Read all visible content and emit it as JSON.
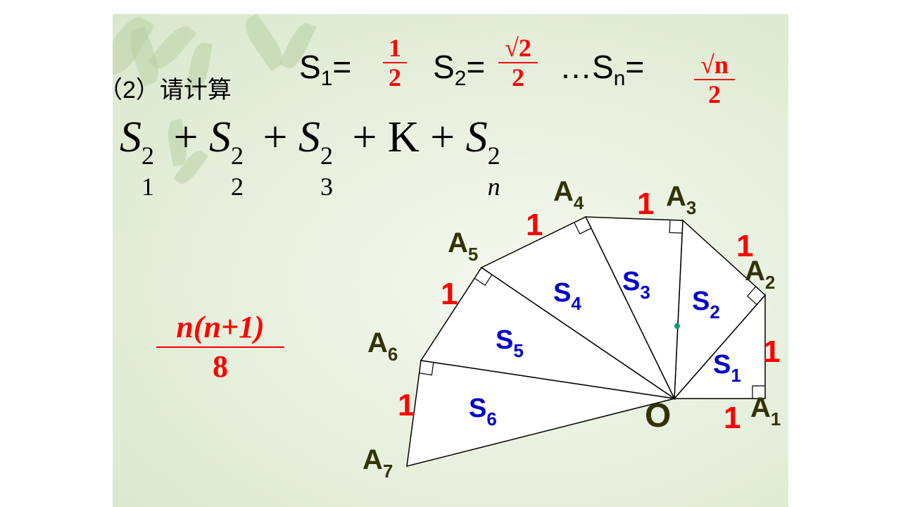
{
  "question": {
    "label": "（2）请计算"
  },
  "areas": {
    "s1_label": "S",
    "s1_sub": "1",
    "s1_eq": "=",
    "s1_num": "1",
    "s1_den": "2",
    "s2_label": "S",
    "s2_sub": "2",
    "s2_eq": "=",
    "s2_num": "√2",
    "s2_den": "2",
    "ellipsis": "…",
    "sn_label": "S",
    "sn_sub": "n",
    "sn_eq": "=",
    "sn_num": "√n",
    "sn_den": "2"
  },
  "sum_expression": {
    "t1": "S",
    "t1_sub": "1",
    "t1_sup": "2",
    "p1": "+",
    "t2": "S",
    "t2_sub": "2",
    "t2_sup": "2",
    "p2": "+",
    "t3": "S",
    "t3_sub": "3",
    "t3_sup": "2",
    "p3": "+",
    "k": "K",
    "p4": "+",
    "tn": "S",
    "tn_sub": "n",
    "tn_sup": "2"
  },
  "answer": {
    "numerator": "n(n+1)",
    "denominator": "8"
  },
  "diagram": {
    "origin_label": "O",
    "vertices": [
      {
        "name": "A",
        "sub": "1"
      },
      {
        "name": "A",
        "sub": "2"
      },
      {
        "name": "A",
        "sub": "3"
      },
      {
        "name": "A",
        "sub": "4"
      },
      {
        "name": "A",
        "sub": "5"
      },
      {
        "name": "A",
        "sub": "6"
      },
      {
        "name": "A",
        "sub": "7"
      }
    ],
    "regions": [
      {
        "name": "S",
        "sub": "1"
      },
      {
        "name": "S",
        "sub": "2"
      },
      {
        "name": "S",
        "sub": "3"
      },
      {
        "name": "S",
        "sub": "4"
      },
      {
        "name": "S",
        "sub": "5"
      },
      {
        "name": "S",
        "sub": "6"
      }
    ],
    "unit_label": "1",
    "colors": {
      "edge": "#000000",
      "fill": "#ffffff",
      "vertex": "#33330a",
      "region": "#0000cc",
      "unit": "#ff0000",
      "dot": "#00a070"
    }
  }
}
